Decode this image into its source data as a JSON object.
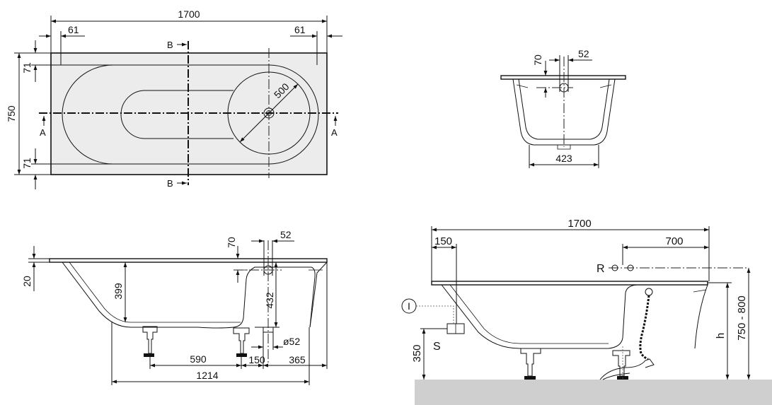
{
  "plan_view": {
    "overall_length": "1700",
    "rim_left": "61",
    "rim_right": "61",
    "overall_width": "750",
    "rim_top": "71",
    "rim_bottom": "71",
    "basin_diameter": "500",
    "section_a_left": "A",
    "section_a_right": "A",
    "section_b_top": "B",
    "section_b_bottom": "B"
  },
  "cross_section_a": {
    "overflow_offset": "70",
    "overflow_diameter": "52",
    "floor_width": "423"
  },
  "long_section_b": {
    "overflow_offset": "70",
    "overflow_diameter": "52",
    "rim_thickness": "20",
    "depth_inner": "399",
    "depth_overflow": "432",
    "drain_diameter": "ø52",
    "feet_spacing": "590",
    "drain_spacing": "150",
    "drain_to_end": "365",
    "floor_length": "1214"
  },
  "installation_view": {
    "overall_length": "1700",
    "overflow_from_end": "150",
    "overflow_pos": "700",
    "overflow_marker": "R",
    "supply_marker": "I",
    "supply_label": "S",
    "supply_height": "350",
    "height_label": "h",
    "height_range": "750 - 800"
  }
}
